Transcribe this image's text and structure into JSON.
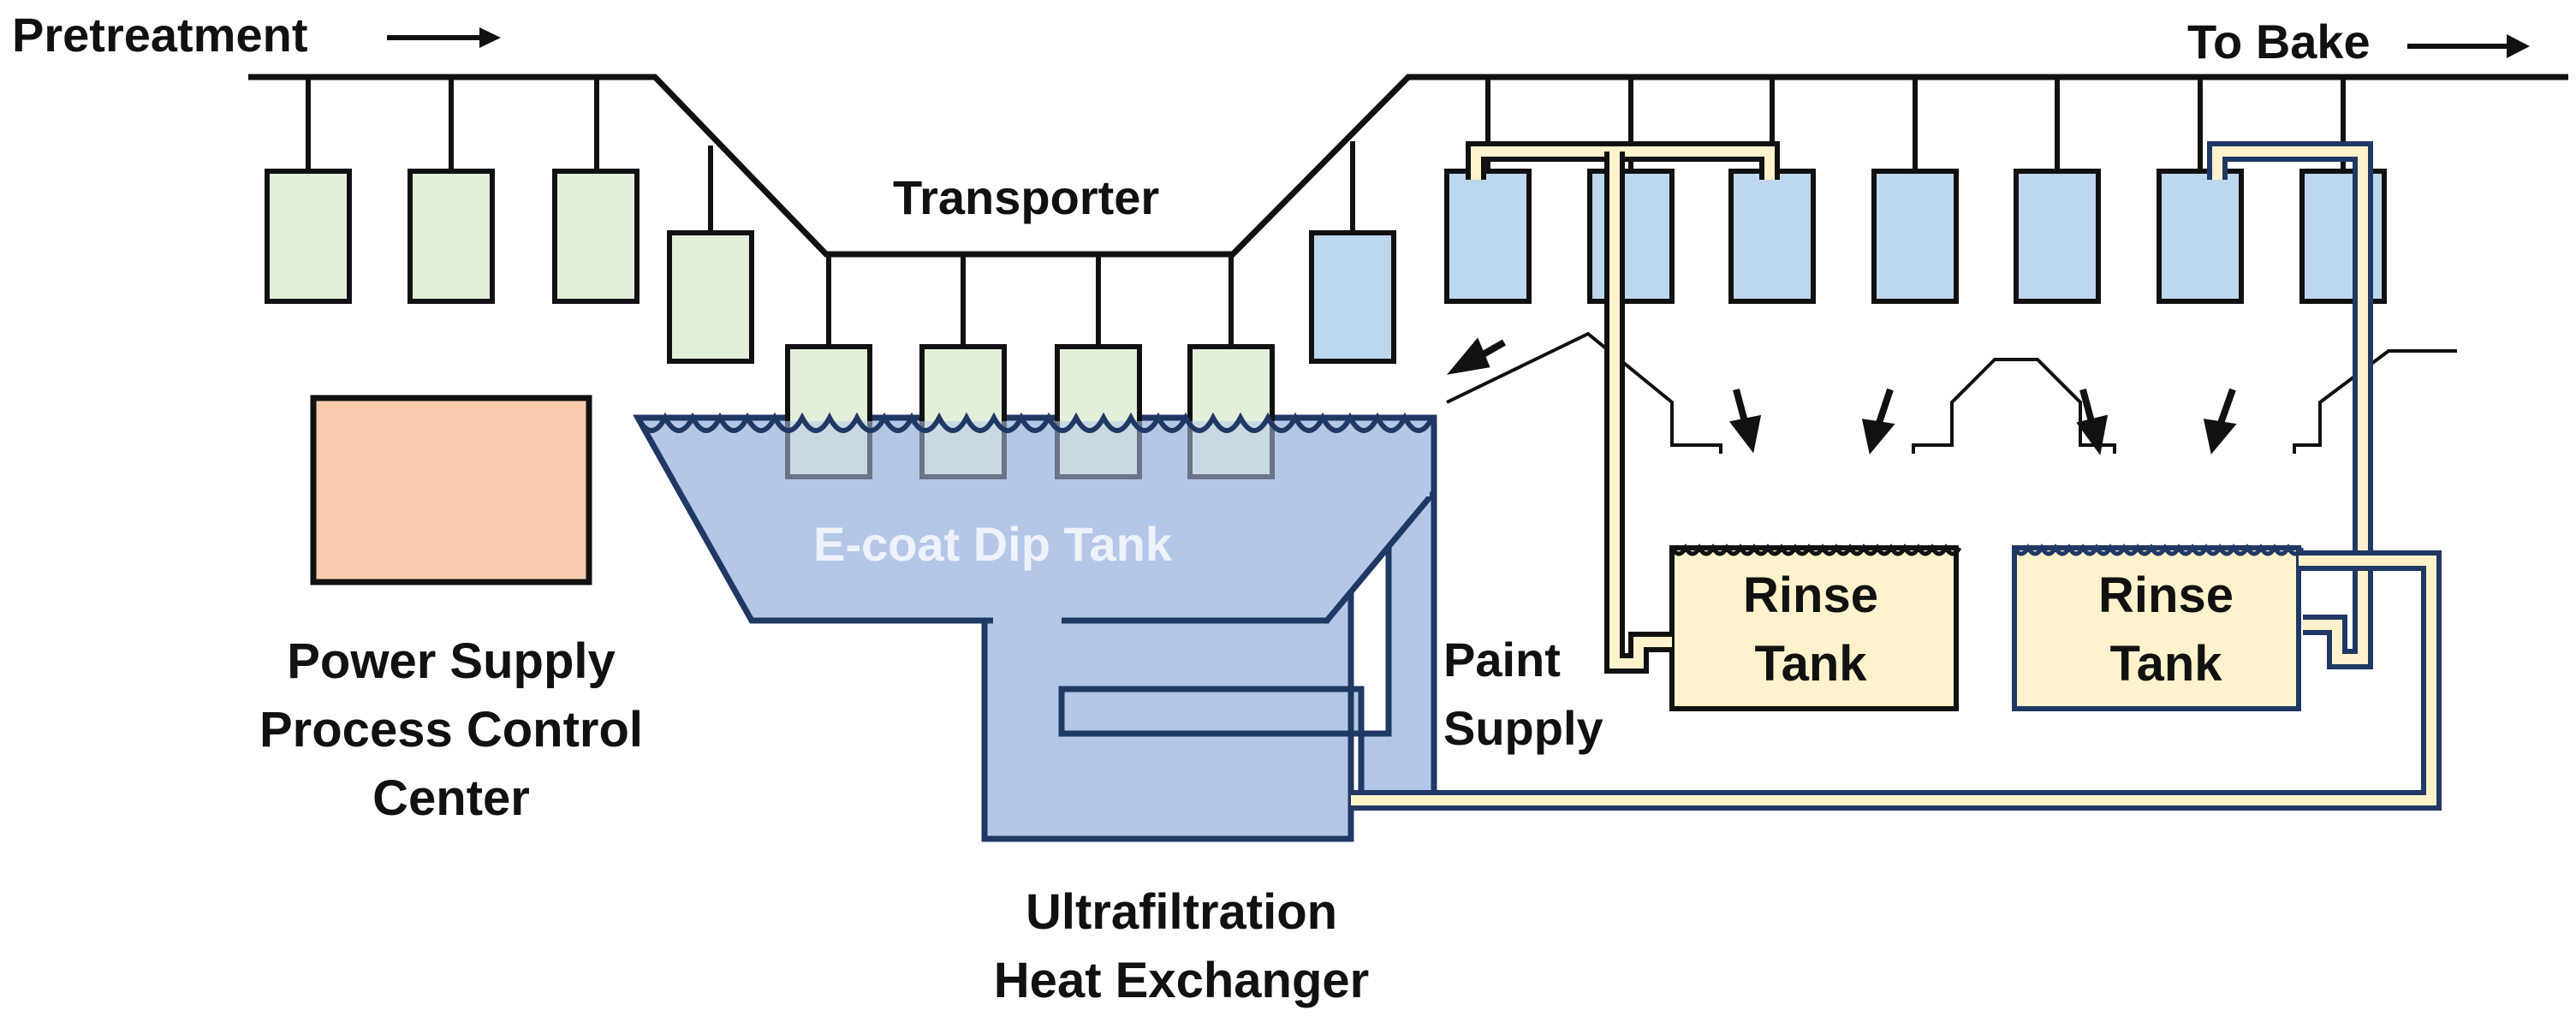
{
  "labels": {
    "pretreatment": "Pretreatment",
    "to_bake": "To Bake",
    "transporter": "Transporter",
    "dip_tank": "E-coat Dip Tank",
    "power_line1": "Power Supply",
    "power_line2": "Process Control",
    "power_line3": "Center",
    "paint_line1": "Paint",
    "paint_line2": "Supply",
    "rinse1_line1": "Rinse",
    "rinse1_line2": "Tank",
    "rinse2_line1": "Rinse",
    "rinse2_line2": "Tank",
    "uf_line1": "Ultrafiltration",
    "uf_line2": "Heat Exchanger"
  },
  "colors": {
    "line": "#111111",
    "part_green": "#e2efd9",
    "part_blue": "#bdd7ee",
    "paint_bath": "#b4c7e7",
    "tank_outline": "#203864",
    "rinse_fill": "#fff2cc",
    "power_box": "#f8cbad",
    "tank_label": "#eef3fb"
  },
  "icons": {
    "arrow": "right-arrow-icon",
    "drip": "drip-arrow-icon",
    "wave": "liquid-surface-icon"
  }
}
